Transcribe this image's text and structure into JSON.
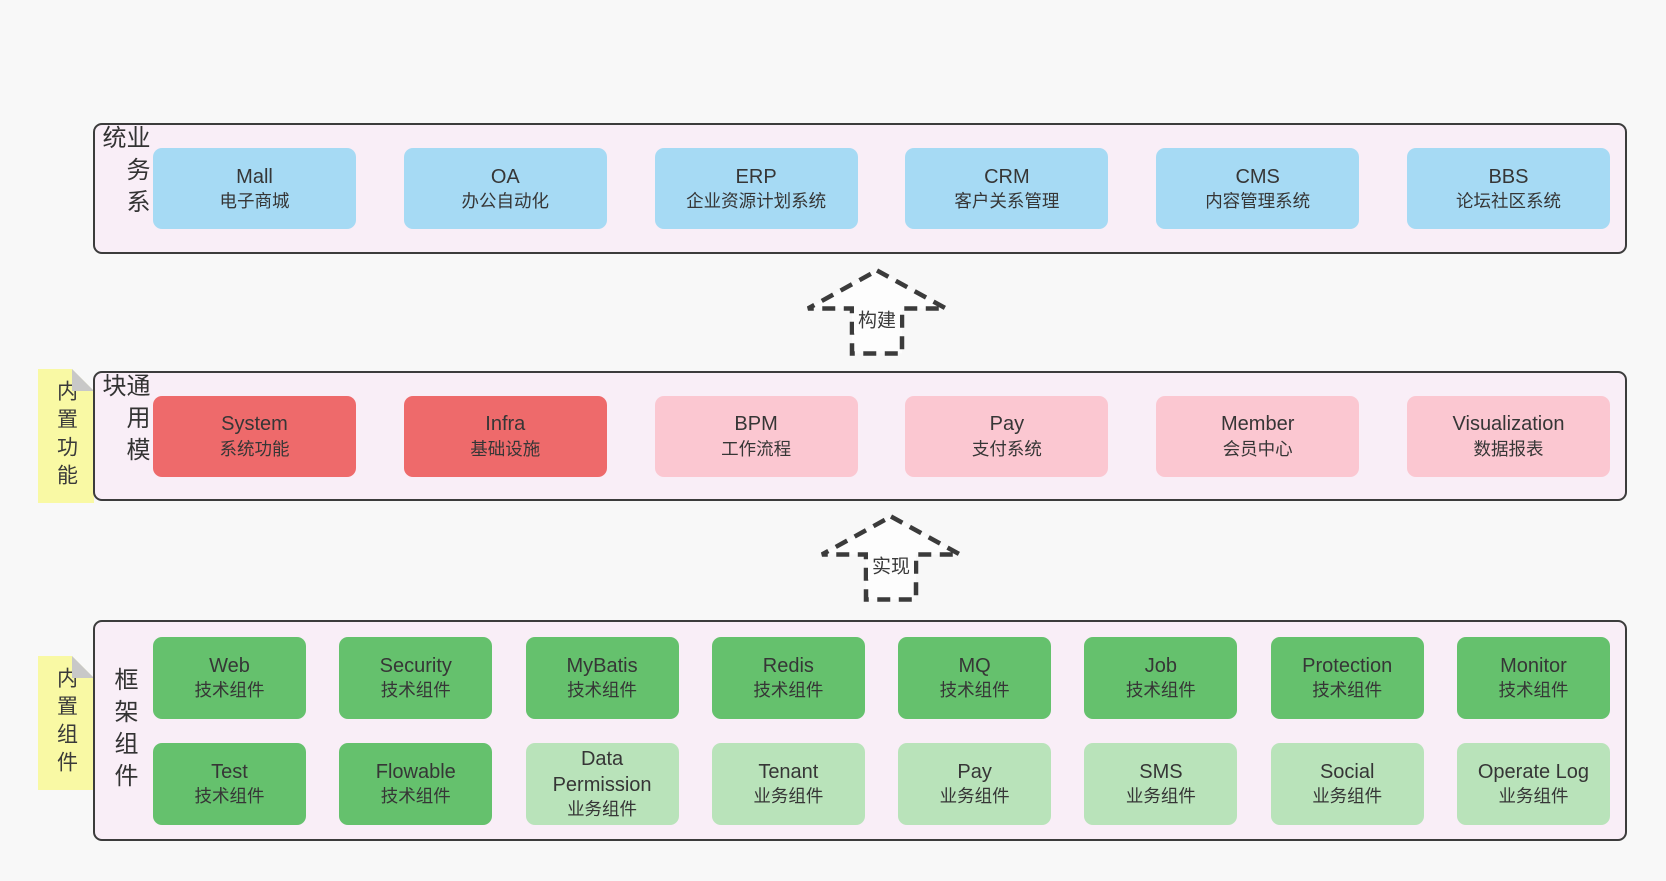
{
  "diagram": {
    "colors": {
      "page_background": "#f8f8f8",
      "layer_fill": "#f9eef7",
      "layer_border": "#3c3c3c",
      "blue_box": "#a6daf4",
      "red_box": "#ee6a6b",
      "pink_box": "#fbc7d1",
      "green_dark_box": "#65c16d",
      "green_light_box": "#b9e3ba",
      "sticky_note": "#f9f9a4",
      "note_fold": "#c8c8c8",
      "text": "#363636"
    },
    "layers": [
      {
        "label": "业务系统",
        "boxes": [
          {
            "name": "Mall",
            "subtitle": "电子商城",
            "type": "blue"
          },
          {
            "name": "OA",
            "subtitle": "办公自动化",
            "type": "blue"
          },
          {
            "name": "ERP",
            "subtitle": "企业资源计划系统",
            "type": "blue"
          },
          {
            "name": "CRM",
            "subtitle": "客户关系管理",
            "type": "blue"
          },
          {
            "name": "CMS",
            "subtitle": "内容管理系统",
            "type": "blue"
          },
          {
            "name": "BBS",
            "subtitle": "论坛社区系统",
            "type": "blue"
          }
        ]
      },
      {
        "label": "通用模块",
        "note": "内置功能",
        "boxes": [
          {
            "name": "System",
            "subtitle": "系统功能",
            "type": "red"
          },
          {
            "name": "Infra",
            "subtitle": "基础设施",
            "type": "red"
          },
          {
            "name": "BPM",
            "subtitle": "工作流程",
            "type": "pink"
          },
          {
            "name": "Pay",
            "subtitle": "支付系统",
            "type": "pink"
          },
          {
            "name": "Member",
            "subtitle": "会员中心",
            "type": "pink"
          },
          {
            "name": "Visualization",
            "subtitle": "数据报表",
            "type": "pink"
          }
        ]
      },
      {
        "label": "框架组件",
        "note": "内置组件",
        "rows": [
          [
            {
              "name": "Web",
              "subtitle": "技术组件",
              "type": "green-dark"
            },
            {
              "name": "Security",
              "subtitle": "技术组件",
              "type": "green-dark"
            },
            {
              "name": "MyBatis",
              "subtitle": "技术组件",
              "type": "green-dark"
            },
            {
              "name": "Redis",
              "subtitle": "技术组件",
              "type": "green-dark"
            },
            {
              "name": "MQ",
              "subtitle": "技术组件",
              "type": "green-dark"
            },
            {
              "name": "Job",
              "subtitle": "技术组件",
              "type": "green-dark"
            },
            {
              "name": "Protection",
              "subtitle": "技术组件",
              "type": "green-dark"
            },
            {
              "name": "Monitor",
              "subtitle": "技术组件",
              "type": "green-dark"
            }
          ],
          [
            {
              "name": "Test",
              "subtitle": "技术组件",
              "type": "green-dark"
            },
            {
              "name": "Flowable",
              "subtitle": "技术组件",
              "type": "green-dark"
            },
            {
              "name": "Data Permission",
              "subtitle": "业务组件",
              "type": "green-light"
            },
            {
              "name": "Tenant",
              "subtitle": "业务组件",
              "type": "green-light"
            },
            {
              "name": "Pay",
              "subtitle": "业务组件",
              "type": "green-light"
            },
            {
              "name": "SMS",
              "subtitle": "业务组件",
              "type": "green-light"
            },
            {
              "name": "Social",
              "subtitle": "业务组件",
              "type": "green-light"
            },
            {
              "name": "Operate Log",
              "subtitle": "业务组件",
              "type": "green-light"
            }
          ]
        ]
      }
    ],
    "arrows": [
      {
        "label": "构建"
      },
      {
        "label": "实现"
      }
    ]
  }
}
